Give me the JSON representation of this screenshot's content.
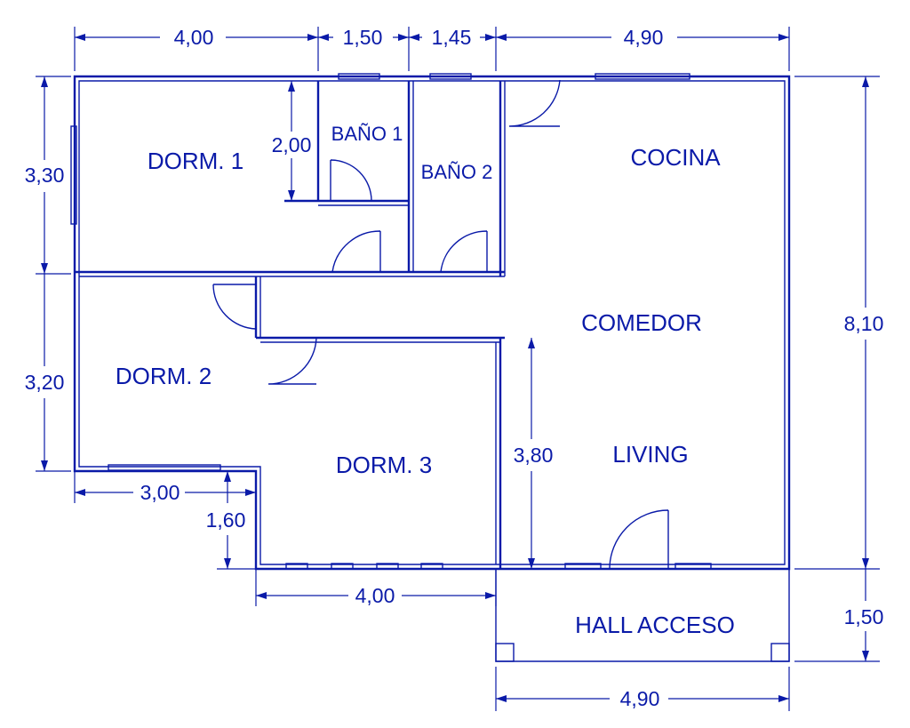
{
  "rooms": {
    "dorm1": "DORM. 1",
    "bano1": "BAÑO 1",
    "bano2": "BAÑO 2",
    "cocina": "COCINA",
    "comedor": "COMEDOR",
    "dorm2": "DORM. 2",
    "dorm3": "DORM. 3",
    "living": "LIVING",
    "hall": "HALL ACCESO"
  },
  "dimensions": {
    "top_dorm1": "4,00",
    "top_bano1": "1,50",
    "top_bano2": "1,45",
    "top_cocina": "4,90",
    "left_upper": "3,30",
    "left_lower": "3,20",
    "bano1_inner": "2,00",
    "dorm2_bottom": "3,00",
    "dorm3_drop": "1,60",
    "dorm3_bottom": "4,00",
    "living_height": "3,80",
    "right_total": "8,10",
    "hall_height": "1,50",
    "hall_width": "4,90"
  },
  "colors": {
    "line": "#0a1aa8",
    "background": "#ffffff"
  }
}
